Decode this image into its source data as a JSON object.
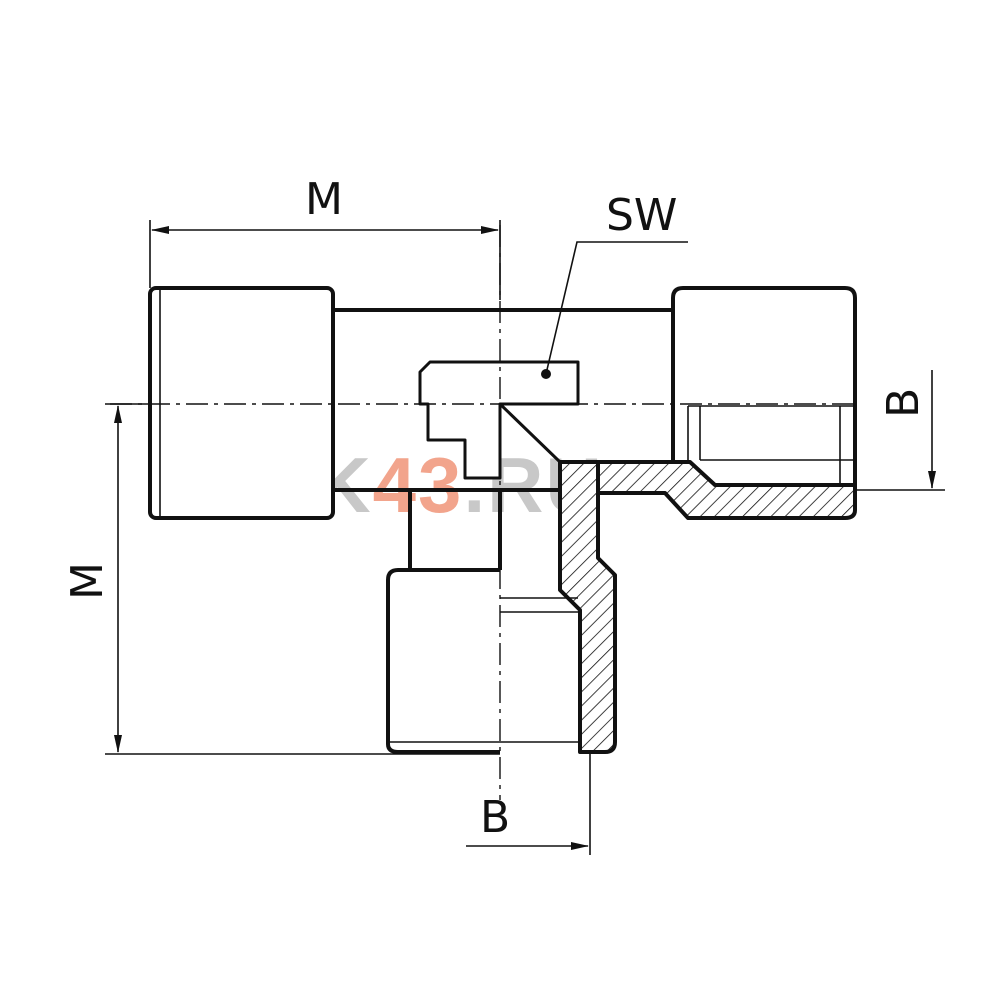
{
  "dimensions": {
    "top_width_label": "M",
    "left_height_label": "M",
    "wrench_label": "SW",
    "right_thread_label": "B",
    "bottom_thread_label": "B"
  },
  "watermark": {
    "part1": "GiK",
    "part2": "43",
    "part3": ".RU",
    "color_main": "#c8c8c8",
    "color_accent": "#f2a48c"
  },
  "colors": {
    "line": "#111111",
    "background": "#ffffff"
  }
}
